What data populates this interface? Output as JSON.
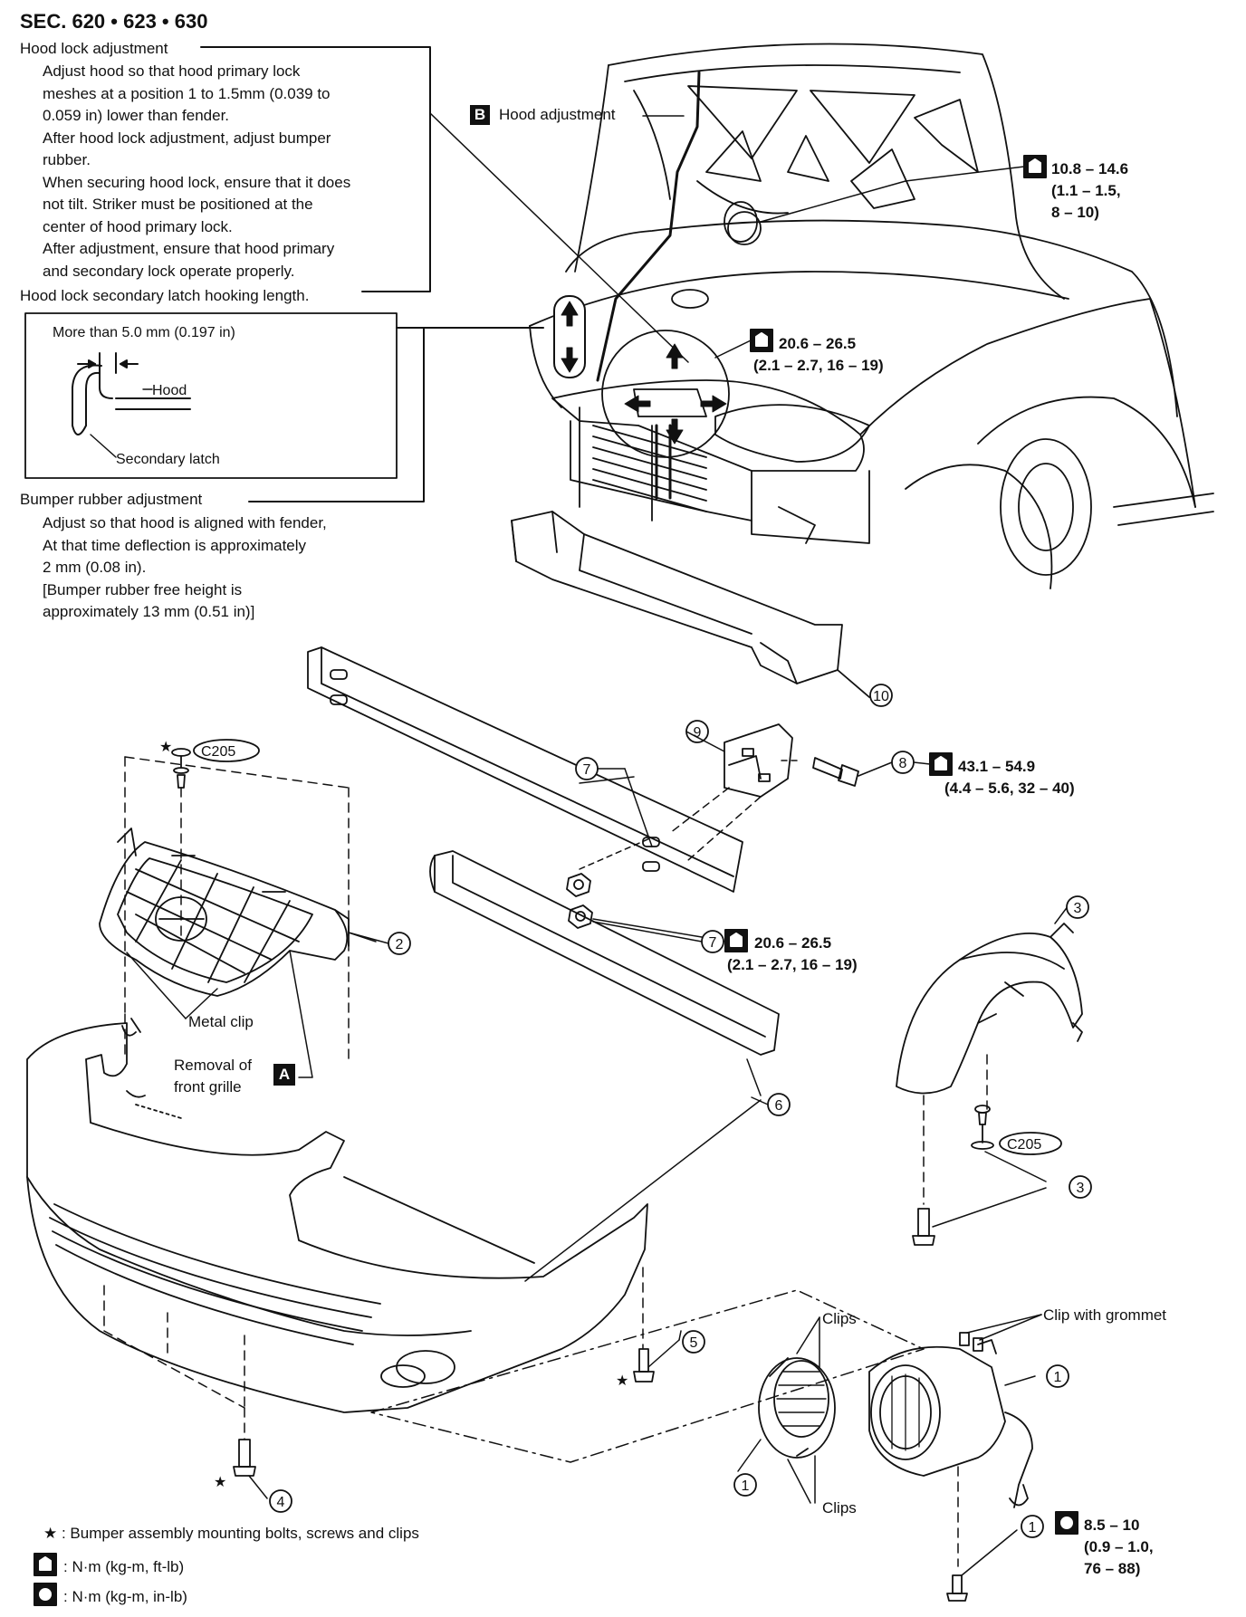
{
  "header": {
    "section": "SEC. 620 • 623 • 630"
  },
  "hood_lock": {
    "title": "Hood lock adjustment",
    "lines": [
      "Adjust hood so that hood primary lock",
      "meshes at a position 1 to 1.5mm (0.039 to",
      "0.059 in) lower than fender.",
      "After hood lock adjustment, adjust bumper",
      "rubber.",
      "When securing hood lock, ensure that it does",
      "not tilt. Striker must be positioned at the",
      "center of hood primary lock.",
      "After adjustment, ensure that hood primary",
      "and secondary lock operate properly."
    ]
  },
  "secondary_latch": {
    "title": "Hood lock secondary latch hooking length.",
    "measure": "More than 5.0 mm (0.197 in)",
    "hood_label": "Hood",
    "latch_label": "Secondary latch"
  },
  "bumper_rubber": {
    "title": "Bumper rubber adjustment",
    "lines": [
      "Adjust so that hood is aligned with fender,",
      "At that time deflection is approximately",
      "2 mm (0.08 in).",
      "[Bumper rubber free height is",
      "approximately 13 mm (0.51 in)]"
    ]
  },
  "callouts": {
    "hood_adjustment": {
      "badge": "B",
      "label": "Hood adjustment"
    },
    "front_grille": {
      "badge": "A",
      "line1": "Removal of",
      "line2": "front grille"
    },
    "metal_clip": "Metal clip",
    "clips_top": "Clips",
    "clips_bottom": "Clips",
    "clip_with_grommet": "Clip with grommet",
    "c205_top": "C205",
    "c205_right": "C205"
  },
  "torques": {
    "hood_hinge": {
      "main": "10.8 – 14.6",
      "line2": "(1.1 – 1.5,",
      "line3": "8 – 10)"
    },
    "hood_lock": {
      "main": "20.6 – 26.5",
      "line2": "(2.1 – 2.7, 16 – 19)"
    },
    "bracket": {
      "main": "43.1 – 54.9",
      "line2": "(4.4 – 5.6, 32 – 40)"
    },
    "reinforcement_nut": {
      "main": "20.6 – 26.5",
      "line2": "(2.1 – 2.7, 16 – 19)"
    },
    "fog_lamp": {
      "main": "8.5 – 10",
      "line2": "(0.9 – 1.0,",
      "line3": "76 – 88)"
    }
  },
  "part_numbers": {
    "p1a": "1",
    "p1b": "1",
    "p1c": "1",
    "p2": "2",
    "p3a": "3",
    "p3b": "3",
    "p4": "4",
    "p5": "5",
    "p6": "6",
    "p7a": "7",
    "p7b": "7",
    "p8": "8",
    "p9": "9",
    "p10": "10"
  },
  "legend": {
    "star": "★ : Bumper assembly mounting bolts, screws and clips",
    "nm_ftlb": ": N·m (kg-m, ft-lb)",
    "nm_inlb": ": N·m (kg-m, in-lb)"
  }
}
